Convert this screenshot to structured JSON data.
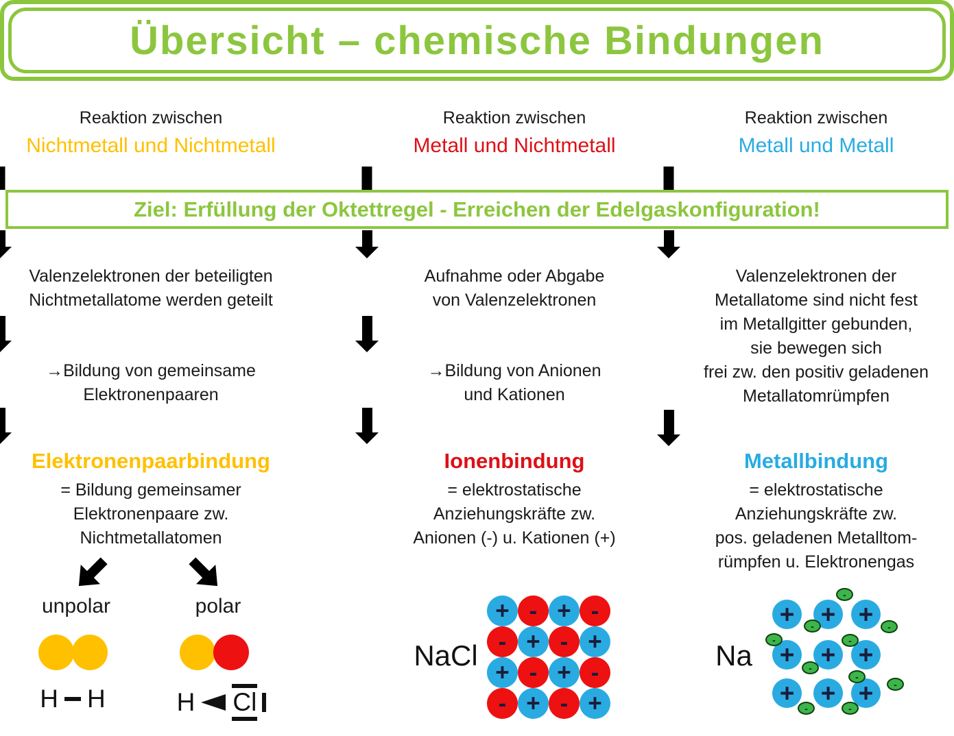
{
  "title": "Übersicht – chemische Bindungen",
  "goal_banner": "Ziel: Erfüllung der Oktettregel - Erreichen der Edelgaskonfiguration!",
  "colors": {
    "green": "#8CC63F",
    "orange": "#FFC000",
    "red_text": "#DD1016",
    "blue": "#29ABE2",
    "circle_red": "#EE1111",
    "electron_green": "#3DB54A"
  },
  "columns": [
    {
      "reaction_label": "Reaktion zwischen",
      "reactants": "Nichtmetall und Nichtmetall",
      "step1": "Valenzelektronen der beteiligten\nNichtmetallatome werden geteilt",
      "step2": "→Bildung von gemeinsame\nElektronenpaaren",
      "bond_name": "Elektronenpaarbindung",
      "definition": "= Bildung gemeinsamer\nElektronenpaare zw.\nNichtmetallatomen"
    },
    {
      "reaction_label": "Reaktion zwischen",
      "reactants": "Metall und Nichtmetall",
      "step1": "Aufnahme oder Abgabe\nvon Valenzelektronen",
      "step2": "→Bildung von Anionen\nund Kationen",
      "bond_name": "Ionenbindung",
      "definition": "= elektrostatische\nAnziehungskräfte zw.\nAnionen (-) u. Kationen (+)"
    },
    {
      "reaction_label": "Reaktion zwischen",
      "reactants": "Metall und Metall",
      "step1": "Valenzelektronen der\nMetallatome sind nicht fest\nim Metallgitter gebunden,\nsie bewegen sich\nfrei zw. den positiv geladenen\nMetallatomrümpfen",
      "bond_name": "Metallbindung",
      "definition": "= elektrostatische\nAnziehungskräfte zw.\npos. geladenen Metalltom-\nrümpfen u. Elektronengas"
    }
  ],
  "covalent_examples": {
    "unpolar_label": "unpolar",
    "polar_label": "polar",
    "hh": {
      "left": "H",
      "right": "H"
    },
    "hcl": {
      "h": "H",
      "element": "Cl"
    }
  },
  "nacl": {
    "label": "NaCl",
    "grid": [
      [
        "+",
        "-",
        "+",
        "-"
      ],
      [
        "-",
        "+",
        "-",
        "+"
      ],
      [
        "+",
        "-",
        "+",
        "-"
      ],
      [
        "-",
        "+",
        "-",
        "+"
      ]
    ]
  },
  "na": {
    "label": "Na",
    "cation_symbol": "+",
    "electron_symbol": "-",
    "cations": 9,
    "electrons": 10
  }
}
